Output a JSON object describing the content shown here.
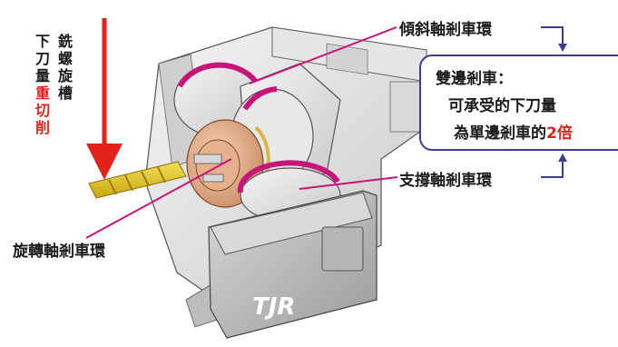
{
  "vertical_labels": {
    "col1": "銑螺旋槽",
    "col2_black": "下刀量",
    "col2_red": "重切削"
  },
  "labels": {
    "tilt_brake": "傾斜軸剎車環",
    "support_brake": "支撐軸剎車環",
    "rotary_brake": "旋轉軸剎車環"
  },
  "callout": {
    "line1": "雙邊剎車：",
    "line2": "可承受的下刀量",
    "line3_prefix": "為單邊剎車的",
    "line3_emph": "2倍"
  },
  "logo": "TJR",
  "colors": {
    "accent_red": "#e2211c",
    "callout_border": "#3a3f8f",
    "pointer_magenta": "#c8157a",
    "drill_yellow": "#e6c419"
  }
}
